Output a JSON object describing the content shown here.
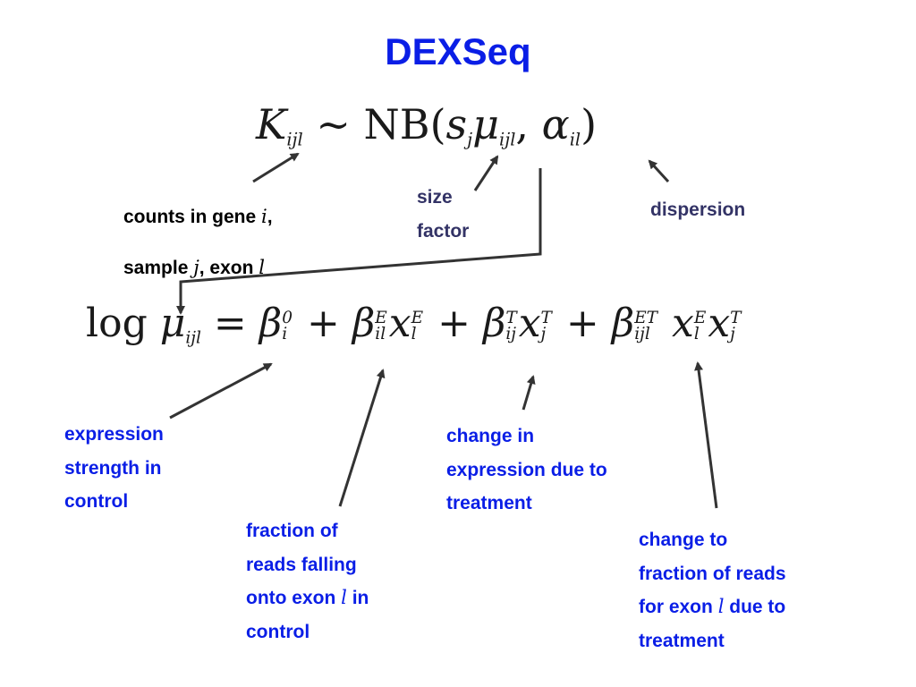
{
  "title": "DEXSeq",
  "equations": {
    "eq1": {
      "lhs": "K",
      "lhs_sub": "ijl",
      "tilde": "~",
      "nb": "NB(",
      "s": "s",
      "s_sub": "j",
      "mu": "μ",
      "mu_sub": "ijl",
      "comma": ",",
      "alpha": "α",
      "alpha_sub": "il",
      "close": ")"
    },
    "eq2": {
      "log": "log",
      "mu": "μ",
      "mu_sub": "ijl",
      "equals": "=",
      "b0": "β",
      "b0_sup": "0",
      "b0_sub": "i",
      "plus1": "+",
      "bE": "β",
      "bE_sup": "E",
      "bE_sub": "il",
      "xE": "x",
      "xE_sup": "E",
      "xE_sub": "l",
      "plus2": "+",
      "bT": "β",
      "bT_sup": "T",
      "bT_sub": "ij",
      "xT": "x",
      "xT_sup": "T",
      "xT_sub": "j",
      "plus3": "+",
      "bET": "β",
      "bET_sup": "ET",
      "bET_sub": "ijl",
      "xE2": "x",
      "xE2_sup": "E",
      "xE2_sub": "l",
      "xT2": "x",
      "xT2_sup": "T",
      "xT2_sub": "j"
    }
  },
  "labels": {
    "counts": {
      "line1_text": "counts in gene ",
      "line1_var": "i",
      "line1_end": ",",
      "line2_text": "sample ",
      "line2_var": "j",
      "line2_mid": ", exon ",
      "line2_var2": "l"
    },
    "size_factor": [
      "size",
      "factor"
    ],
    "dispersion": "dispersion",
    "expression_strength": [
      "expression",
      "strength in",
      "control"
    ],
    "fraction_reads": {
      "line1": "fraction of",
      "line2": "reads falling",
      "line3_text": "onto exon ",
      "line3_var": "l",
      "line3_end": " in",
      "line4": "control"
    },
    "change_expression": [
      "change in",
      "expression due to",
      "treatment"
    ],
    "change_fraction": {
      "line1": "change to",
      "line2": "fraction of reads",
      "line3_text": "for exon ",
      "line3_var": "l",
      "line3_end": " due to",
      "line4": "treatment"
    }
  },
  "colors": {
    "title": "#0a1ee6",
    "annotation_blue": "#0a1ee6",
    "annotation_gray": "#333366",
    "annotation_black": "#000000",
    "arrow": "#333333"
  }
}
